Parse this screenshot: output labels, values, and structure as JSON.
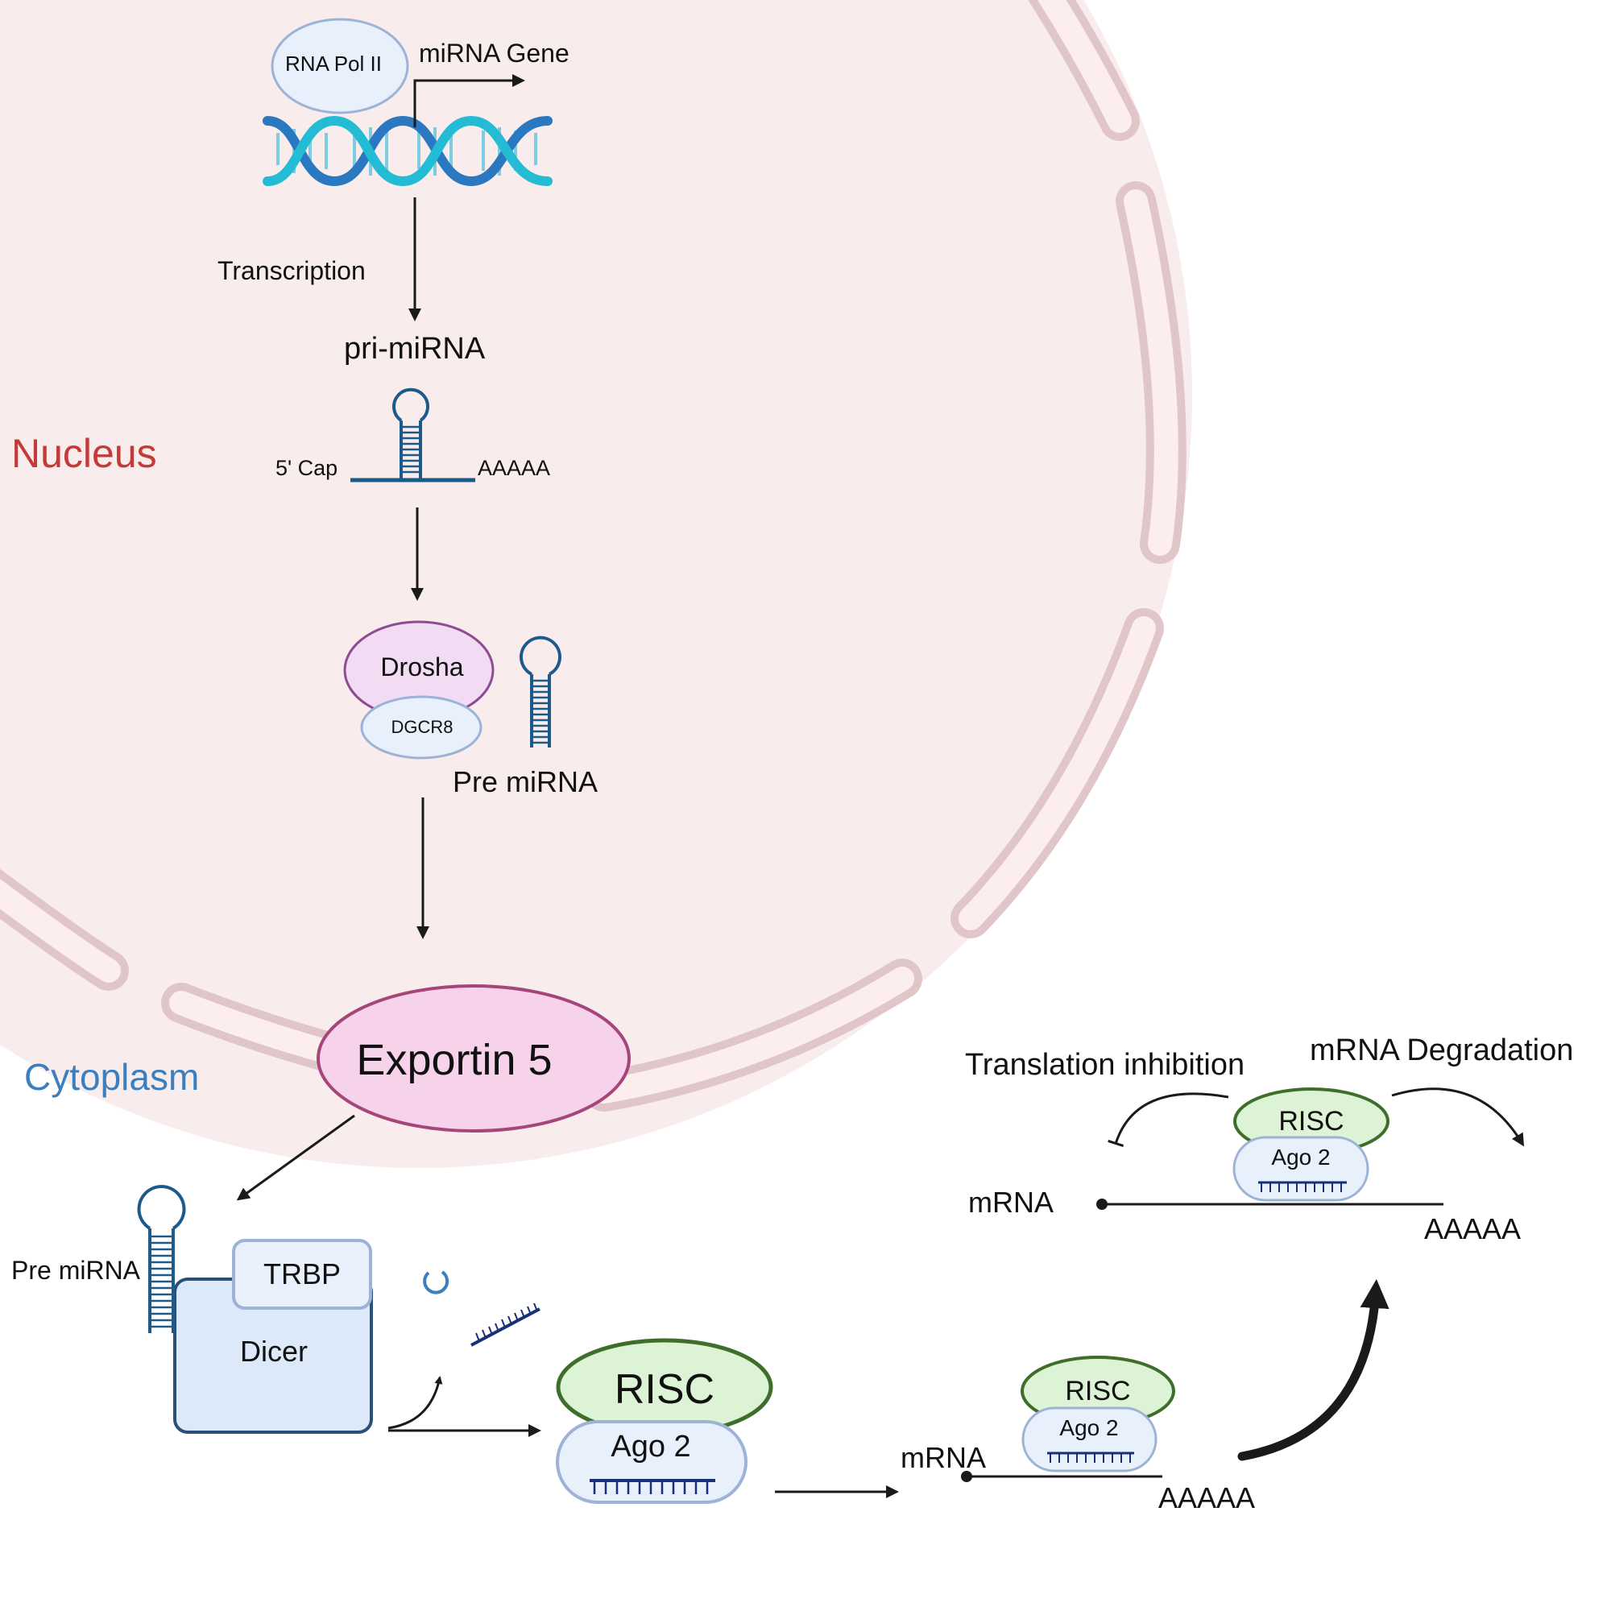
{
  "labels": {
    "rna_pol": "RNA Pol II",
    "mirna_gene": "miRNA Gene",
    "transcription": "Transcription",
    "pri_mirna": "pri-miRNA",
    "five_cap": "5' Cap",
    "polya_pri": "AAAAA",
    "nucleus": "Nucleus",
    "drosha": "Drosha",
    "dgcr8": "DGCR8",
    "pre_mirna_nucleus": "Pre miRNA",
    "exportin": "Exportin 5",
    "cytoplasm": "Cytoplasm",
    "pre_mirna_cyto": "Pre miRNA",
    "trbp": "TRBP",
    "dicer": "Dicer",
    "risc_main": "RISC",
    "ago_main": "Ago 2",
    "mrna_mid": "mRNA",
    "polya_mid": "AAAAA",
    "risc_mid": "RISC",
    "ago_mid": "Ago 2",
    "translation_inhibition": "Translation inhibition",
    "mrna_degradation": "mRNA Degradation",
    "risc_top": "RISC",
    "ago_top": "Ago 2",
    "mrna_top": "mRNA",
    "polya_top": "AAAAA"
  },
  "colors": {
    "nucleus_fill": "#f8eced",
    "nuclear_envelope": "#e0c6c8",
    "nucleus_label": "#c33a36",
    "cytoplasm_label": "#3b7fbf",
    "exportin_fill": "#f6d3ea",
    "exportin_stroke": "#a6457a",
    "drosha_fill": "#f2dcf4",
    "drosha_stroke": "#8e4a92",
    "protein_fill": "#e8f0fb",
    "protein_stroke": "#9db3d6",
    "dicer_fill": "#dce9f8",
    "dicer_stroke": "#2a4f78",
    "risc_fill": "#ddf3d6",
    "risc_stroke": "#3e6e2a",
    "rna_blue": "#1c5a8a",
    "guide_navy": "#1a2f7a",
    "dna_dark": "#2a78c0",
    "dna_light": "#23bcd4"
  }
}
